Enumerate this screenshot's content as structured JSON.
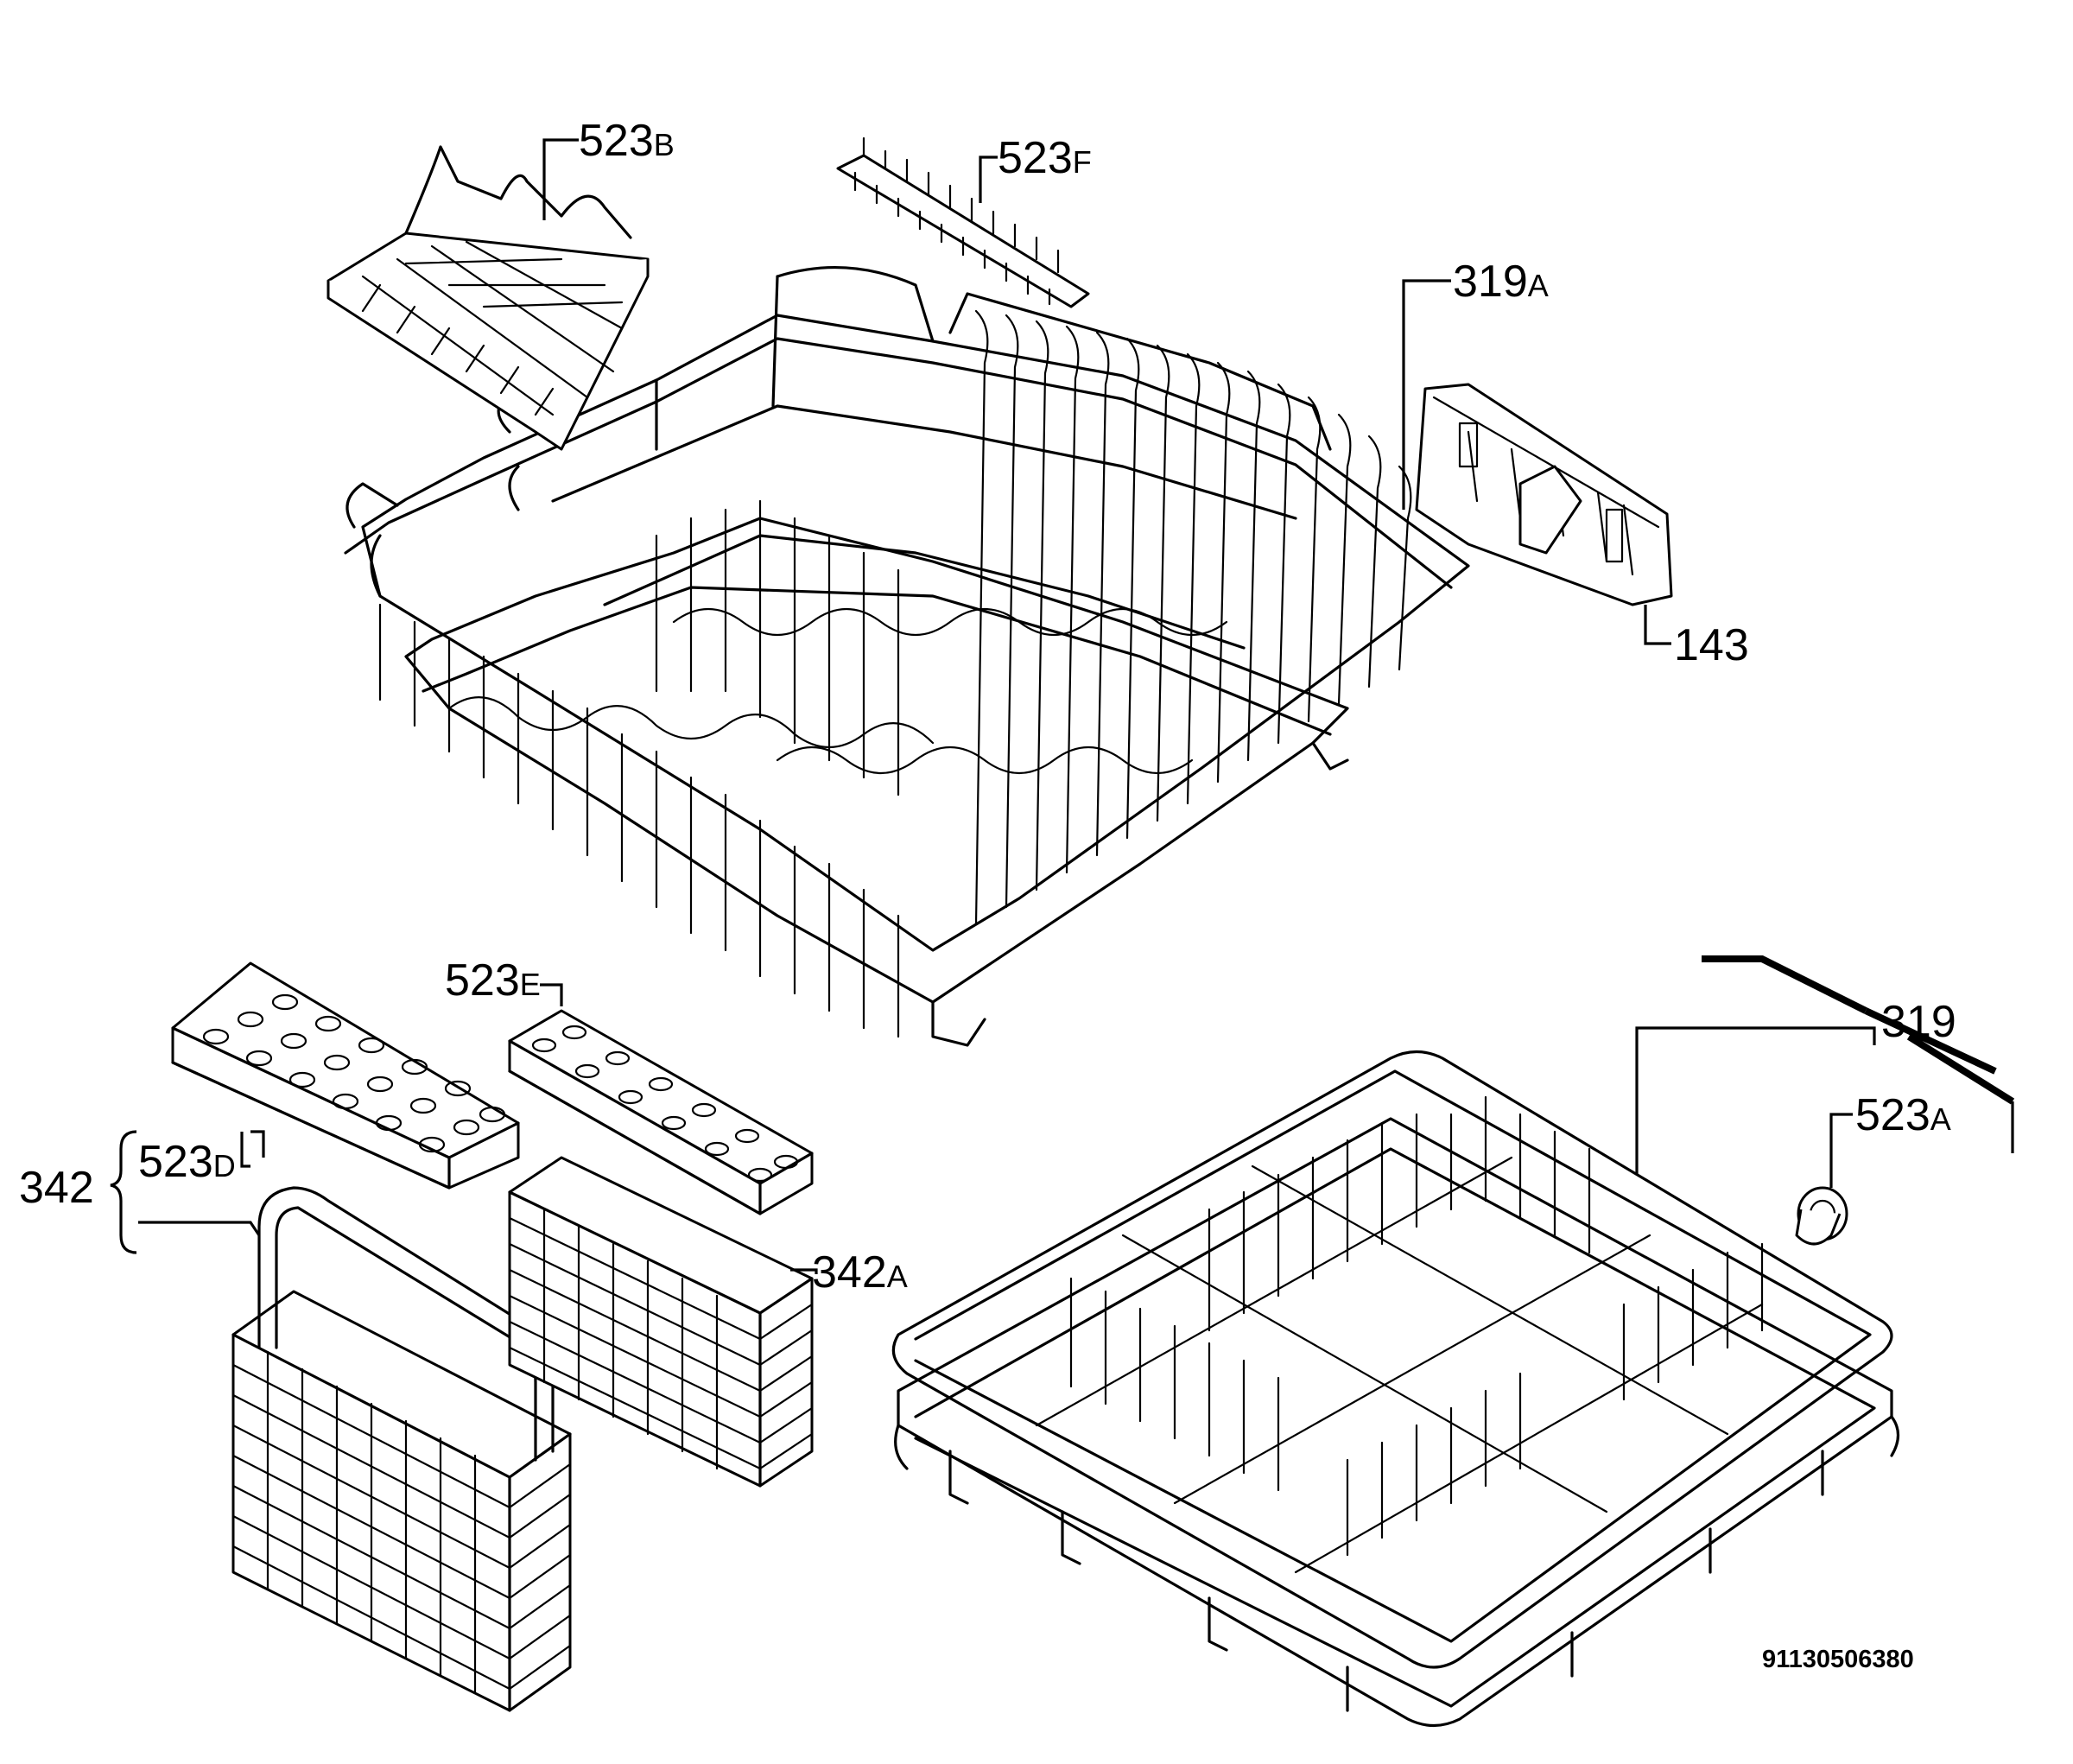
{
  "parts": {
    "p523B": {
      "num": "523",
      "suffix": "B"
    },
    "p523F": {
      "num": "523",
      "suffix": "F"
    },
    "p319A": {
      "num": "319",
      "suffix": "A"
    },
    "p143": {
      "num": "143",
      "suffix": ""
    },
    "p523E": {
      "num": "523",
      "suffix": "E"
    },
    "p319": {
      "num": "319",
      "suffix": ""
    },
    "p523A": {
      "num": "523",
      "suffix": "A"
    },
    "p342": {
      "num": "342",
      "suffix": ""
    },
    "p523D": {
      "num": "523",
      "suffix": "D"
    },
    "p342A": {
      "num": "342",
      "suffix": "A"
    }
  },
  "drawing_number": "91130506380"
}
